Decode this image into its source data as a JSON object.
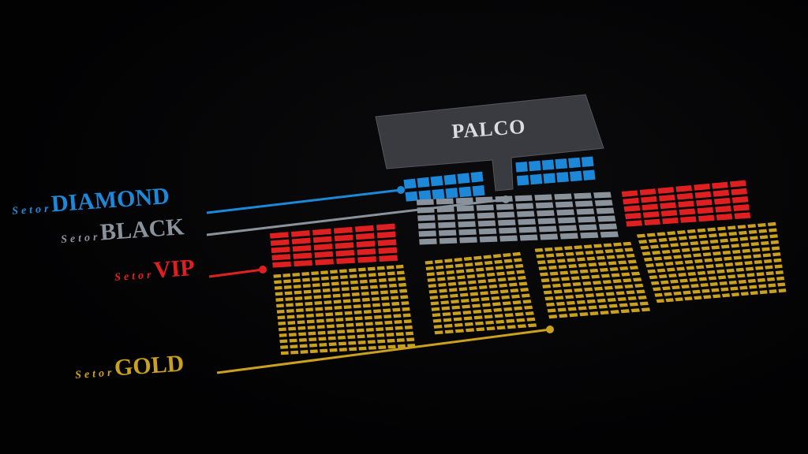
{
  "stage_label": "PALCO",
  "sectors": [
    {
      "prefix": "Setor",
      "name": "DIAMOND",
      "color": "#1e88d8"
    },
    {
      "prefix": "Setor",
      "name": "BLACK",
      "color": "#8a929c"
    },
    {
      "prefix": "Setor",
      "name": "VIP",
      "color": "#e02020"
    },
    {
      "prefix": "Setor",
      "name": "GOLD",
      "color": "#c9a020"
    }
  ],
  "seat_blocks": [
    {
      "sector": "DIAMOND",
      "rows": 2,
      "cols": 6
    },
    {
      "sector": "DIAMOND",
      "rows": 2,
      "cols": 6
    },
    {
      "sector": "BLACK",
      "rows": 6,
      "cols": 10
    },
    {
      "sector": "VIP",
      "rows": 5,
      "cols": 6
    },
    {
      "sector": "VIP",
      "rows": 5,
      "cols": 7
    },
    {
      "sector": "GOLD",
      "rows": 14,
      "cols": 14
    },
    {
      "sector": "GOLD",
      "rows": 13,
      "cols": 10
    },
    {
      "sector": "GOLD",
      "rows": 12,
      "cols": 10
    },
    {
      "sector": "GOLD",
      "rows": 12,
      "cols": 14
    }
  ]
}
